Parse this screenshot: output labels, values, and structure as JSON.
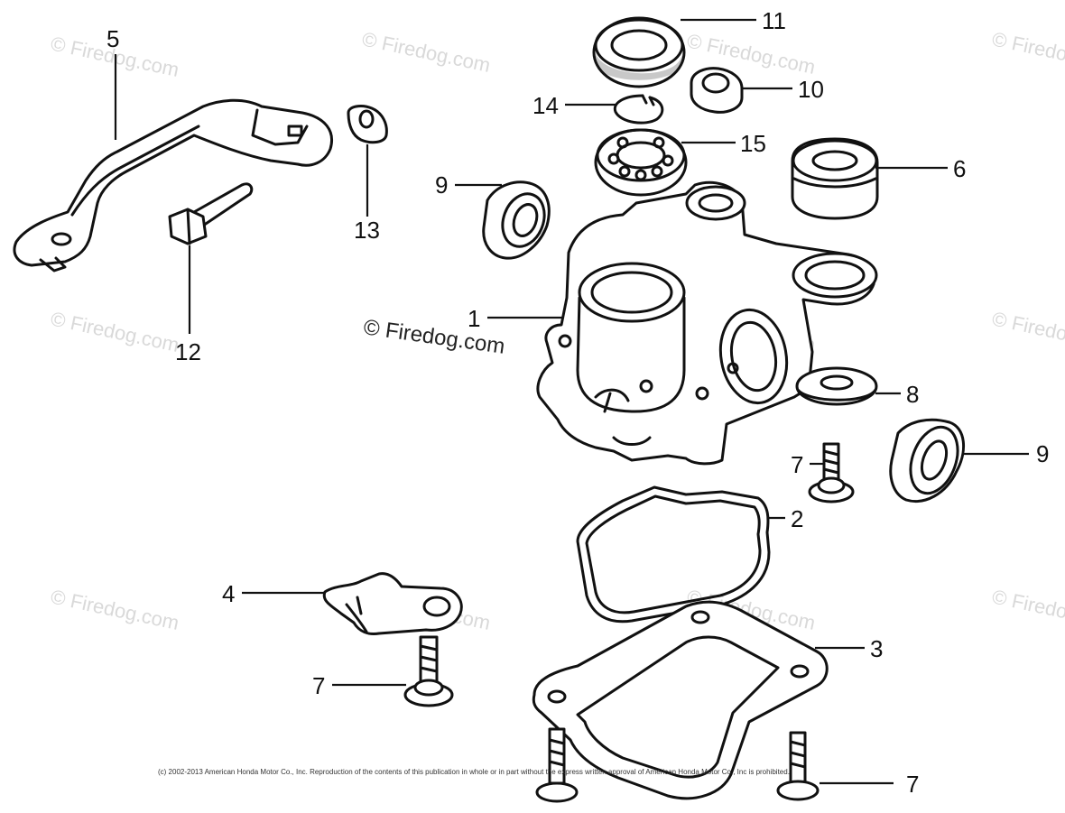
{
  "watermark": {
    "main": "© Firedog.com",
    "faint": "© Firedog.com"
  },
  "copyright": "(c) 2002-2013 American Honda Motor Co., Inc. Reproduction of the contents of this publication in whole or in part without the express written approval of American Honda Motor Co., Inc is prohibited.",
  "callouts": [
    {
      "id": "1",
      "label": "1"
    },
    {
      "id": "2",
      "label": "2"
    },
    {
      "id": "3",
      "label": "3"
    },
    {
      "id": "4",
      "label": "4"
    },
    {
      "id": "5",
      "label": "5"
    },
    {
      "id": "6",
      "label": "6"
    },
    {
      "id": "7a",
      "label": "7"
    },
    {
      "id": "7b",
      "label": "7"
    },
    {
      "id": "7c",
      "label": "7"
    },
    {
      "id": "8",
      "label": "8"
    },
    {
      "id": "9a",
      "label": "9"
    },
    {
      "id": "9b",
      "label": "9"
    },
    {
      "id": "10",
      "label": "10"
    },
    {
      "id": "11",
      "label": "11"
    },
    {
      "id": "12",
      "label": "12"
    },
    {
      "id": "13",
      "label": "13"
    },
    {
      "id": "14",
      "label": "14"
    },
    {
      "id": "15",
      "label": "15"
    }
  ]
}
